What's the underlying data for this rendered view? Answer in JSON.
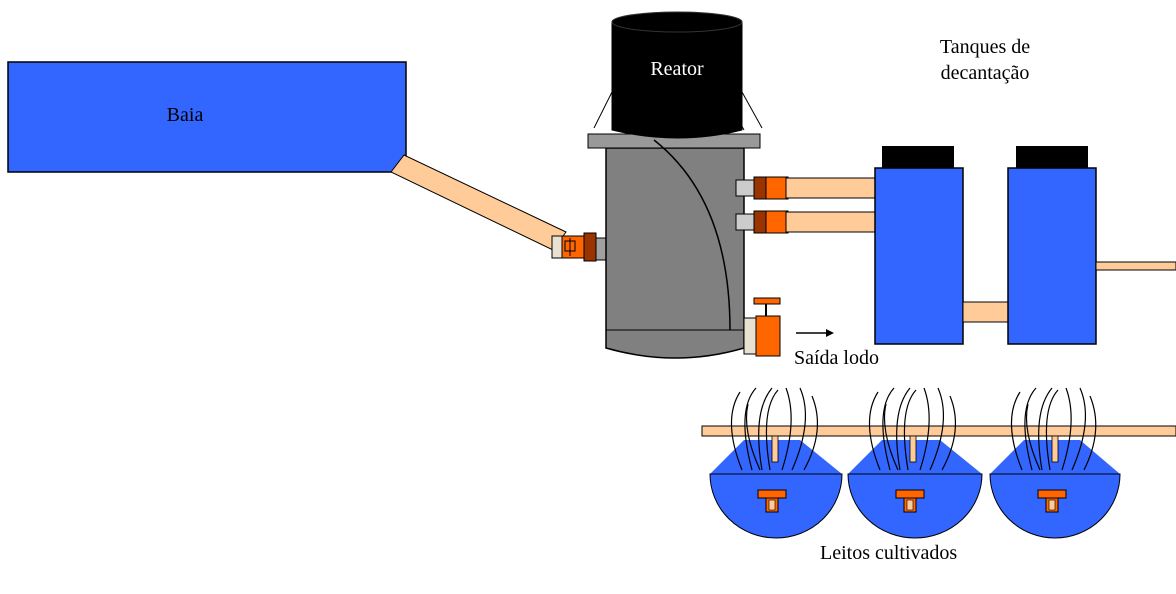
{
  "labels": {
    "baia": "Baia",
    "reator": "Reator",
    "tanques": "Tanques de decantação",
    "saida_lodo": "Saída lodo",
    "leitos": "Leitos cultivados"
  },
  "colors": {
    "tank_blue": "#3366FF",
    "pipe_tan": "#FFCC99",
    "reactor_black": "#000000",
    "reactor_gray": "#808080",
    "valve_orange": "#FF6600",
    "valve_red": "#993300"
  },
  "icons": [
    "valve-icon",
    "arrow-icon",
    "plant-icon"
  ]
}
